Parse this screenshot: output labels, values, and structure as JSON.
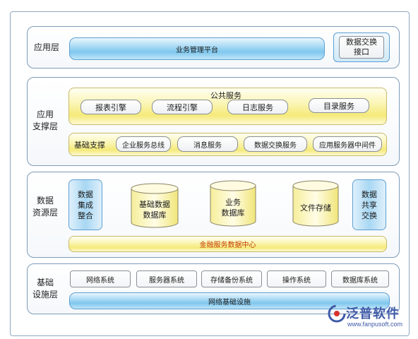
{
  "layers": {
    "application": {
      "label": "应用层",
      "platform_bar": "业务管理平台",
      "exchange_interface": "数据交换\n接口"
    },
    "support": {
      "label": "应用\n支撑层",
      "public_services": {
        "title": "公共服务",
        "items": [
          "报表引擎",
          "流程引擎",
          "日志服务",
          "目录服务"
        ]
      },
      "basic_support": {
        "title": "基础支撑",
        "items": [
          "企业服务总线",
          "消息服务",
          "数据交换服务",
          "应用服务器中间件"
        ]
      }
    },
    "data_resources": {
      "label": "数据\n资源层",
      "integration": "数据\n集成\n整合",
      "databases": [
        "基础数据\n数据库",
        "业务\n数据库",
        "文件存储"
      ],
      "sharing": "数据\n共享\n交换",
      "data_center": "金融服务数据中心"
    },
    "infrastructure": {
      "label": "基础\n设施层",
      "systems": [
        "网络系统",
        "服务器系统",
        "存储备份系统",
        "操作系统",
        "数据库系统"
      ],
      "network_bar": "网络基础设施"
    }
  },
  "logo": {
    "name": "泛普软件",
    "url": "www.fanpusoft.com"
  },
  "colors": {
    "blue_bar": "#7fc7ee",
    "yellow_bar": "#f5ea7a",
    "data_center_text": "#c43d00",
    "logo": "#3f5aa8"
  }
}
